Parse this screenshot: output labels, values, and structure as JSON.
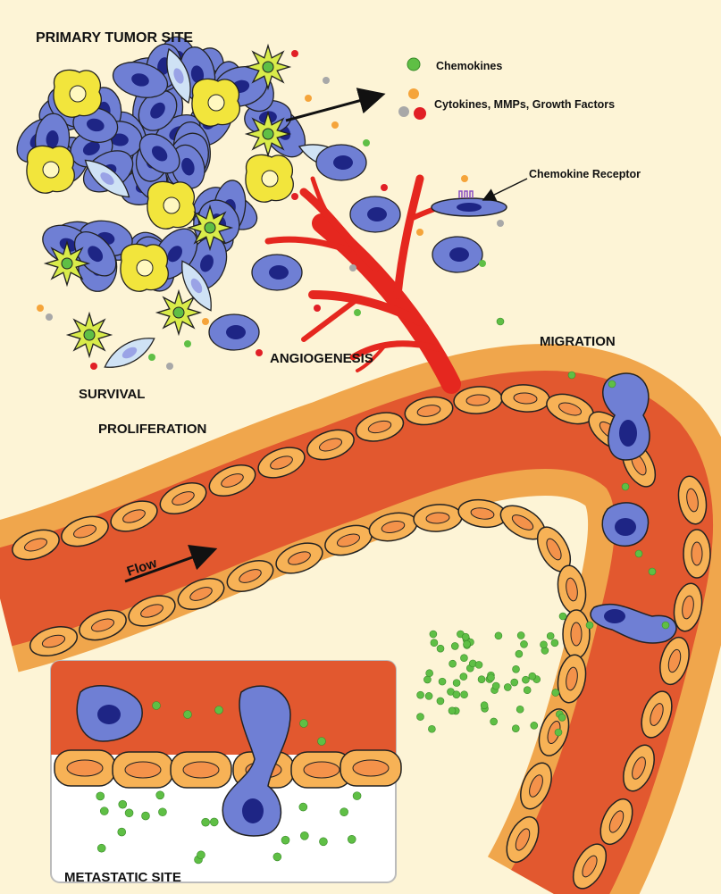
{
  "labels": {
    "primary_tumor_site": "PRIMARY TUMOR SITE",
    "survival": "SURVIVAL",
    "proliferation": "PROLIFERATION",
    "angiogenesis": "ANGIOGENESIS",
    "migration": "MIGRATION",
    "flow": "Flow",
    "metastatic_site": "METASTATIC SITE"
  },
  "legend": {
    "chemokines": "Chemokines",
    "cytokines": "Cytokines, MMPs, Growth Factors",
    "chemokine_receptor": "Chemokine Receptor"
  },
  "colors": {
    "background": "#fdf4d6",
    "tumor_cell": "#6f7fd4",
    "tumor_nucleus": "#1e2585",
    "endothelial": "#f7b256",
    "vessel": "#e2582f",
    "angiogenic_vessel": "#e5271f",
    "chemokine": "#5fbf45",
    "cytokine_orange": "#f5a43a",
    "cytokine_red": "#e11f26",
    "cytokine_grey": "#a8a8a8",
    "stromal_cell": "#d9ec4a",
    "macrophage": "#f2e53c",
    "fibroblast": "#cfe2f5"
  }
}
